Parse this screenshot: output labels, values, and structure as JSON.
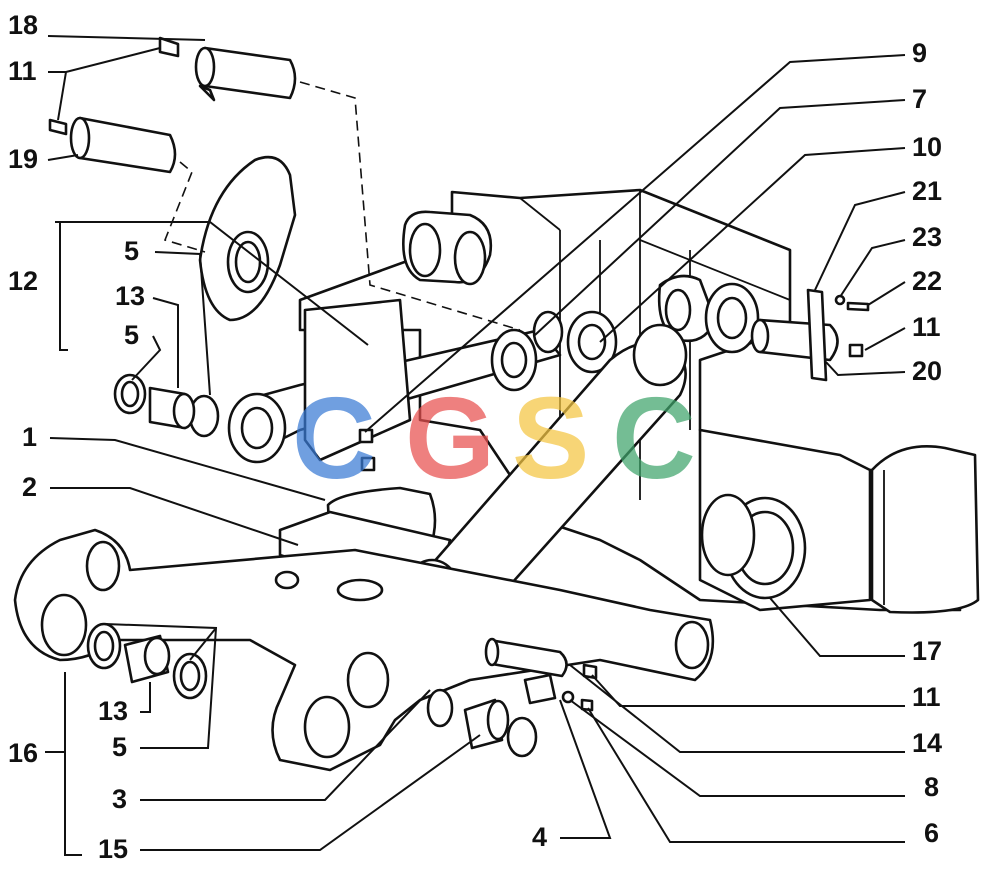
{
  "callouts": [
    {
      "id": "18",
      "text": "18"
    },
    {
      "id": "11a",
      "text": "11"
    },
    {
      "id": "19",
      "text": "19"
    },
    {
      "id": "12",
      "text": "12"
    },
    {
      "id": "5a",
      "text": "5"
    },
    {
      "id": "13a",
      "text": "13"
    },
    {
      "id": "5b",
      "text": "5"
    },
    {
      "id": "1",
      "text": "1"
    },
    {
      "id": "2",
      "text": "2"
    },
    {
      "id": "16",
      "text": "16"
    },
    {
      "id": "13b",
      "text": "13"
    },
    {
      "id": "5c",
      "text": "5"
    },
    {
      "id": "3",
      "text": "3"
    },
    {
      "id": "15",
      "text": "15"
    },
    {
      "id": "4",
      "text": "4"
    },
    {
      "id": "9",
      "text": "9"
    },
    {
      "id": "7",
      "text": "7"
    },
    {
      "id": "10",
      "text": "10"
    },
    {
      "id": "21",
      "text": "21"
    },
    {
      "id": "23",
      "text": "23"
    },
    {
      "id": "22",
      "text": "22"
    },
    {
      "id": "11b",
      "text": "11"
    },
    {
      "id": "20",
      "text": "20"
    },
    {
      "id": "17",
      "text": "17"
    },
    {
      "id": "11c",
      "text": "11"
    },
    {
      "id": "14",
      "text": "14"
    },
    {
      "id": "8",
      "text": "8"
    },
    {
      "id": "6",
      "text": "6"
    }
  ],
  "watermark": {
    "letters": [
      "C",
      "G",
      "S",
      "C"
    ],
    "colors": [
      "#3a7bd5",
      "#e8504f",
      "#f4c542",
      "#3fa56b"
    ]
  }
}
